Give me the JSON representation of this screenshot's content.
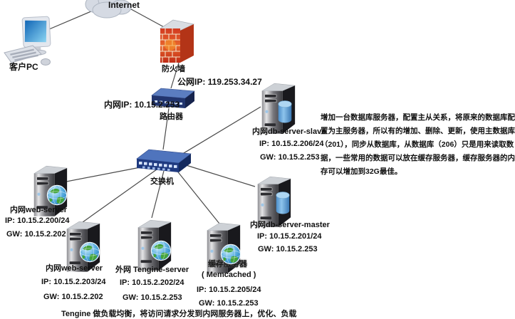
{
  "diagram": {
    "internet_label": "Internet",
    "client_pc_label": "客户PC",
    "firewall_label": "防火墙",
    "public_ip": "公网IP:  119.253.34.27",
    "private_ip": "内网IP:  10.15.2.253",
    "router_label": "路由器",
    "switch_label": "交换机",
    "servers": [
      {
        "name": "内网web-server",
        "ip": "IP: 10.15.2.200/24",
        "gw": "GW:  10.15.2.202"
      },
      {
        "name": "内网web-server",
        "ip": "IP: 10.15.2.203/24",
        "gw": "GW:  10.15.2.202"
      },
      {
        "name": "外网 Tengine-server",
        "ip": "IP: 10.15.2.202/24",
        "gw": "GW:  10.15.2.253"
      },
      {
        "name": "缓存服务器",
        "subname": "( Memcached )",
        "ip": "IP: 10.15.2.205/24",
        "gw": "GW:  10.15.2.253"
      },
      {
        "name": "内网db-server-master",
        "ip": "IP: 10.15.2.201/24",
        "gw": "GW:  10.15.2.253"
      },
      {
        "name": "内网db-server-slave",
        "ip": "IP: 10.15.2.206/24",
        "gw": "GW:  10.15.2.253"
      }
    ],
    "annotation": {
      "line1": "增加一台数据库服务器，配置主从关系，将原来的数据库配",
      "line2": "置为主服务器，所以有的增加、删除、更新，使用主数据库",
      "line3": "（201），同步从数据库，从数据库（206）只是用来读取数",
      "line4": "据，一些常用的数据可以放在缓存服务器，缓存服务器的内",
      "line5": "存可以增加到32G最佳。"
    },
    "caption_partial": "Tengine 做负载均衡，将访问请求分发到内网服务器上，优化、负载"
  }
}
